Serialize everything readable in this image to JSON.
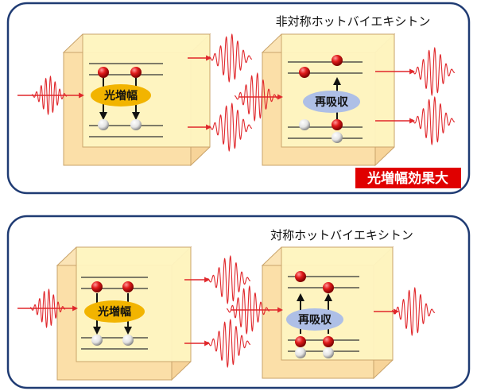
{
  "panels": [
    {
      "title": "非対称ホットバイエキシトン",
      "amplify_label": "光増幅",
      "reabsorb_label": "再吸収",
      "badge": "光増幅効果大"
    },
    {
      "title": "対称ホットバイエキシトン",
      "amplify_label": "光増幅",
      "reabsorb_label": "再吸収"
    }
  ],
  "colors": {
    "panel_border": "#1f3b73",
    "crystal_face": "#fff6c2",
    "crystal_frame": "#fbdfa8",
    "amplify_pill": "#f2b400",
    "reabsorb_pill": "#aebfe6",
    "badge": "#e00000",
    "wave": "#e0272b",
    "electron": "#d91f1f"
  },
  "icons": [
    "light-pulse-icon",
    "electron-icon",
    "hole-icon",
    "arrow-icon"
  ]
}
